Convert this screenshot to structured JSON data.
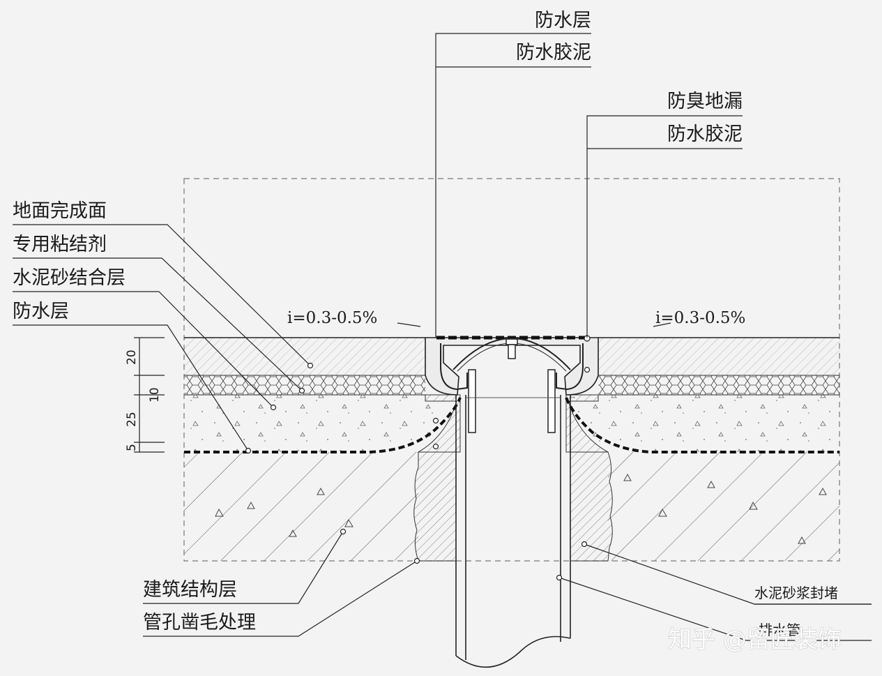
{
  "labels_top": {
    "waterproof_layer": "防水层",
    "waterproof_putty_1": "防水胶泥",
    "odor_drain": "防臭地漏",
    "waterproof_putty_2": "防水胶泥"
  },
  "labels_left": {
    "floor_finish": "地面完成面",
    "adhesive": "专用粘结剂",
    "mortar_bond": "水泥砂结合层",
    "waterproof": "防水层"
  },
  "labels_bottom": {
    "structure": "建筑结构层",
    "pipe_hole": "管孔凿毛处理"
  },
  "labels_right": {
    "mortar_seal": "水泥砂浆封堵",
    "drain_pipe": "排水管"
  },
  "slopes": {
    "left": "i=0.3-0.5%",
    "right": "i=0.3-0.5%"
  },
  "dimensions": [
    "20",
    "10",
    "25",
    "5"
  ],
  "watermark": "知乎 @留匠装饰"
}
